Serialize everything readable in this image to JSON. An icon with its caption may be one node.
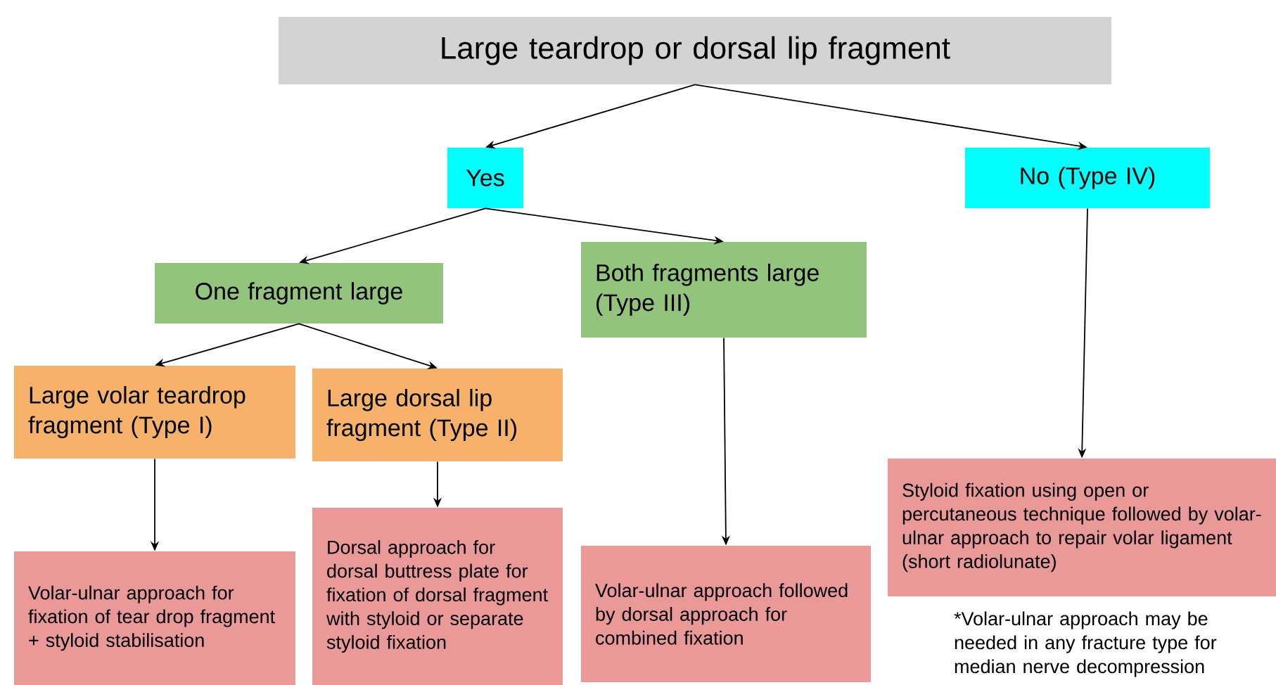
{
  "diagram": {
    "nodes": [
      {
        "text": [
          "Large teardrop or dorsal lip fragment"
        ]
      },
      {
        "text": [
          "Yes"
        ]
      },
      {
        "text": [
          "No (Type IV)"
        ]
      },
      {
        "text": [
          "One fragment large"
        ]
      },
      {
        "text": [
          "Both fragments large (Type III)"
        ]
      },
      {
        "text": [
          "Large volar teardrop fragment (Type I)"
        ]
      },
      {
        "text": [
          "Large dorsal lip fragment (Type II)"
        ]
      },
      {
        "text": [
          "Volar-ulnar approach for fixation of tear drop fragment + styloid stabilisation"
        ]
      },
      {
        "text": [
          "Dorsal approach for dorsal buttress plate for fixation of dorsal fragment with styloid or separate styloid fixation"
        ]
      },
      {
        "text": [
          "Volar-ulnar approach followed by dorsal approach for combined fixation"
        ]
      },
      {
        "text": [
          "Styloid fixation using open or percutaneous technique followed by volar-ulnar approach to repair volar ligament (short radiolunate)"
        ]
      }
    ],
    "edges": [
      {
        "from": 0,
        "to": 1,
        "arrow": "to"
      },
      {
        "from": 0,
        "to": 2,
        "arrow": "to"
      },
      {
        "from": 1,
        "to": 3,
        "arrow": "to"
      },
      {
        "from": 1,
        "to": 4,
        "arrow": "to"
      },
      {
        "from": 3,
        "to": 5,
        "arrow": "to"
      },
      {
        "from": 3,
        "to": 6,
        "arrow": "to"
      },
      {
        "from": 5,
        "to": 7,
        "arrow": "to"
      },
      {
        "from": 6,
        "to": 8,
        "arrow": "to"
      },
      {
        "from": 4,
        "to": 9,
        "arrow": "to"
      },
      {
        "from": 2,
        "to": 10,
        "arrow": "to"
      }
    ],
    "labels": [
      "*Volar-ulnar approach may be needed in any fracture type for median nerve decompression"
    ]
  }
}
